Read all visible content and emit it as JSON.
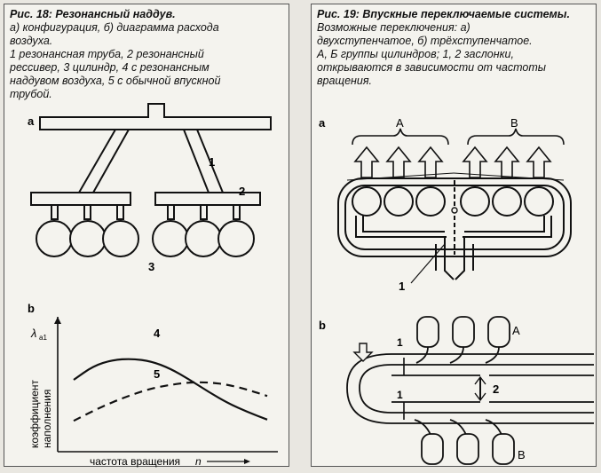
{
  "figure18": {
    "title": "Рис. 18: Резонансный наддув.",
    "lines": [
      "а) конфигурация, б) диаграмма расхода",
      "воздуха.",
      "1 резонансная труба, 2 резонансный",
      "рессивер, 3 цилиндр, 4 с резонансным",
      "наддувом воздуха, 5 с обычной впускной",
      "трубой."
    ],
    "labels": {
      "a": "a",
      "b": "b",
      "n1": "1",
      "n2": "2",
      "n3": "3",
      "n4": "4",
      "n5": "5"
    },
    "y_axis_symbol": "λ",
    "y_axis_subscript": "a1",
    "ylabel_1": "коэффициент",
    "ylabel_2": "наполнения",
    "xlabel": "частота вращения",
    "x_symbol": "n",
    "chart_data": {
      "type": "line",
      "xlabel": "частота вращения n",
      "ylabel": "коэффициент наполнения",
      "series": [
        {
          "name": "4",
          "x": [
            0.0,
            0.1,
            0.2,
            0.3,
            0.4,
            0.5,
            0.6,
            0.7,
            0.8,
            0.9,
            1.0
          ],
          "y": [
            0.55,
            0.66,
            0.71,
            0.72,
            0.7,
            0.64,
            0.55,
            0.45,
            0.36,
            0.29,
            0.23
          ]
        },
        {
          "name": "5",
          "x": [
            0.0,
            0.1,
            0.2,
            0.3,
            0.4,
            0.5,
            0.6,
            0.7,
            0.8,
            0.9,
            1.0
          ],
          "y": [
            0.22,
            0.3,
            0.37,
            0.43,
            0.48,
            0.51,
            0.53,
            0.53,
            0.51,
            0.47,
            0.42
          ]
        }
      ]
    }
  },
  "figure19": {
    "title": "Рис. 19: Впускные переключаемые системы.",
    "lines": [
      "Возможные переключения: а)",
      "двухступенчатое, б) трёхступенчатое.",
      "А, Б группы цилиндров; 1, 2 заслонки,",
      "открываются в зависимости от частоты",
      "вращения."
    ],
    "labels": {
      "a": "a",
      "b": "b",
      "A": "A",
      "B": "B",
      "n1": "1",
      "n1b": "1",
      "n1c": "1",
      "n2": "2",
      "Ab": "A",
      "Bb": "B"
    }
  }
}
